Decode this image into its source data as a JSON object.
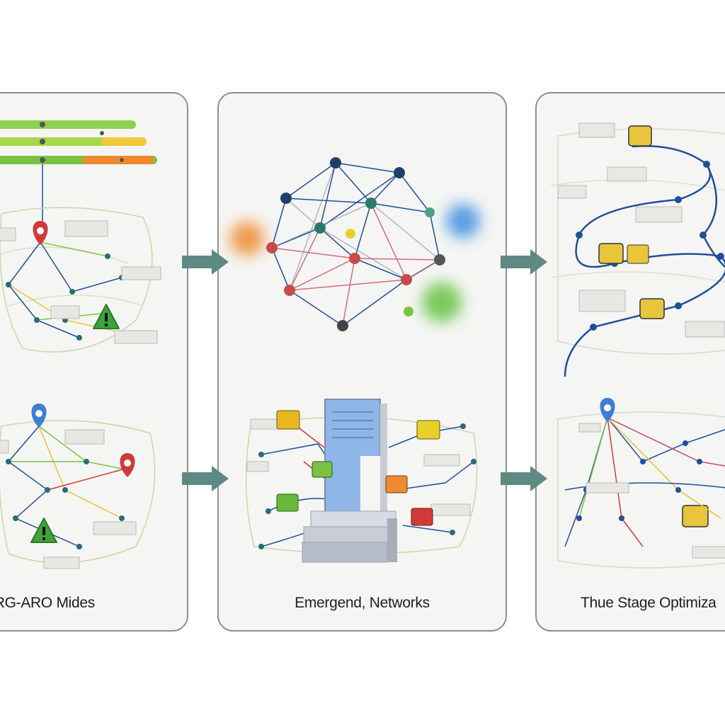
{
  "panels": [
    {
      "caption": "RG-ARO Mides"
    },
    {
      "caption": "Emergend, Networks"
    },
    {
      "caption": "Thue Stage Optimiza"
    }
  ],
  "colors": {
    "panel_bg": "#f5f5f3",
    "panel_border": "#8e8e8c",
    "arrow": "#5f8a84",
    "route_blue": "#1f4f9a",
    "pin_red": "#d23a3a",
    "pin_blue": "#3d7fd0",
    "warn_green": "#3fa33a",
    "truck_yellow": "#e8b81f",
    "bar_green": "#7cc242",
    "bar_orange": "#ef8a2e"
  },
  "icons": [
    "map-pin-icon",
    "warning-triangle-icon",
    "truck-icon",
    "server-tower-icon",
    "network-node-icon",
    "flow-arrow-icon"
  ]
}
